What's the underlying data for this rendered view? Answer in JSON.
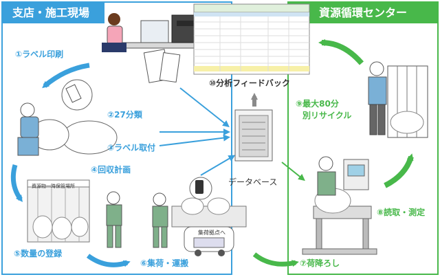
{
  "left_panel": {
    "title": "支店・施工現場",
    "color": "#3aa0dc"
  },
  "right_panel": {
    "title": "資源循環センター",
    "color": "#48b84a"
  },
  "steps": {
    "s1": "①ラベル印刷",
    "s2": "②27分類",
    "s3": "③ラベル取付",
    "s4": "④回収計画",
    "s5": "⑤数量の登録",
    "s6": "⑥集荷・運搬",
    "s7": "⑦荷降ろし",
    "s8": "⑧読取・測定",
    "s9_line1": "⑨最大80分",
    "s9_line2": "別リサイクル",
    "s10": "⑩分析フィードバック"
  },
  "database_label": "データベース",
  "truck_sign": "集荷拠点へ",
  "board_title": "資源物一時保管場所",
  "colors": {
    "blue": "#3aa0dc",
    "green": "#48b84a",
    "gray": "#8a8a8a"
  }
}
